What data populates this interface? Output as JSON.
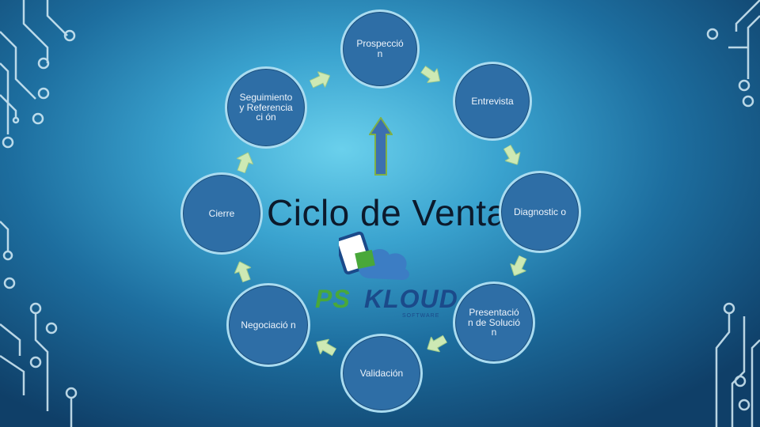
{
  "title": "Ciclo de Ventas",
  "steps": [
    {
      "label": "Prospecció n"
    },
    {
      "label": "Entrevista"
    },
    {
      "label": "Diagnostic o"
    },
    {
      "label": "Presentació n de Solución"
    },
    {
      "label": "Validación"
    },
    {
      "label": "Negociació n"
    },
    {
      "label": "Cierre"
    },
    {
      "label": "Seguimiento y Referenciaci ón"
    }
  ],
  "logo": {
    "brand_left": "PS",
    "brand_right": "KLOUD",
    "tagline": "SOFTWARE"
  },
  "colors": {
    "node_fill": "#2e6ea6",
    "node_border": "#a9dbf0",
    "arrow_fill": "#cde9b4",
    "center_arrow": "#3c6fb0",
    "circuit": "#d7eef8"
  }
}
